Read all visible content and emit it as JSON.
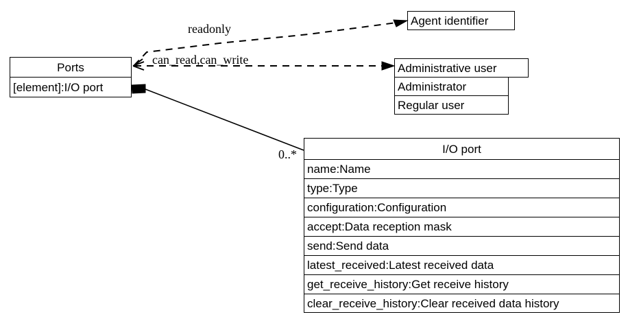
{
  "diagram": {
    "type": "uml-class-diagram",
    "background": "#ffffff",
    "line_color": "#000000",
    "text_color": "#000000"
  },
  "classes": {
    "ports": {
      "title": "Ports",
      "attributes": [
        "[element]:I/O port"
      ]
    },
    "agent_identifier": {
      "title": "Agent identifier",
      "attributes": []
    },
    "administrative_user": {
      "title": "Administrative user",
      "attributes": [
        "Administrator",
        "Regular user"
      ]
    },
    "io_port": {
      "title": "I/O port",
      "attributes": [
        "name:Name",
        "type:Type",
        "configuration:Configuration",
        "accept:Data reception mask",
        "send:Send data",
        "latest_received:Latest received data",
        "get_receive_history:Get receive history",
        "clear_receive_history:Clear received data history"
      ]
    }
  },
  "relations": {
    "readonly": {
      "label": "readonly",
      "style": "dashed",
      "arrow": "open",
      "from": "ports",
      "to": "agent_identifier"
    },
    "can_read_can_write": {
      "label": "can_read,can_write",
      "style": "dashed",
      "arrow": "open",
      "from": "ports",
      "to": "administrative_user"
    },
    "composition": {
      "label": "0..*",
      "style": "solid",
      "arrow": "filled-diamond",
      "from": "ports",
      "to": "io_port"
    }
  }
}
